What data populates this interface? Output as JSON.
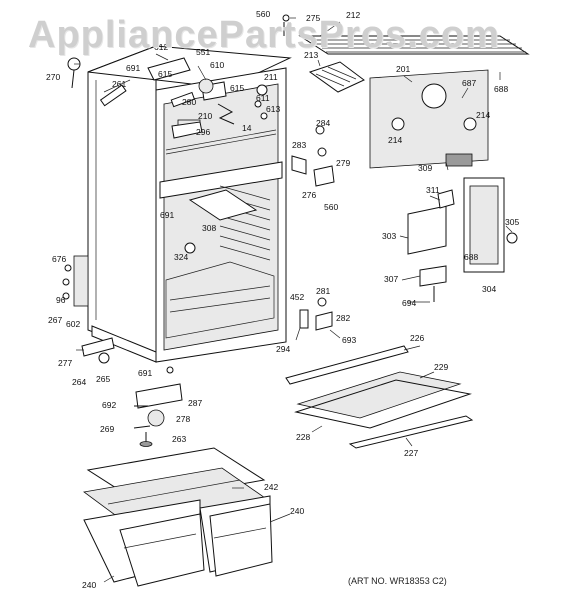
{
  "watermark": "AppliancePartsPros.com",
  "art_number": "(ART NO. WR18353 C2)",
  "part_labels": [
    "560",
    "275",
    "212",
    "270",
    "612",
    "551",
    "691",
    "615",
    "610",
    "211",
    "213",
    "201",
    "687",
    "688",
    "261",
    "280",
    "210",
    "615",
    "611",
    "613",
    "14",
    "296",
    "284",
    "279",
    "283",
    "276",
    "560",
    "214",
    "214",
    "309",
    "311",
    "691",
    "308",
    "305",
    "303",
    "688",
    "324",
    "676",
    "96",
    "267",
    "602",
    "307",
    "304",
    "694",
    "452",
    "281",
    "282",
    "693",
    "294",
    "226",
    "229",
    "277",
    "264",
    "265",
    "691",
    "287",
    "692",
    "278",
    "269",
    "263",
    "228",
    "227",
    "242",
    "240",
    "240"
  ],
  "icons": {
    "watermark": "appliancepartspros-watermark",
    "diagram": "refrigerator-cabinet-exploded-view"
  }
}
